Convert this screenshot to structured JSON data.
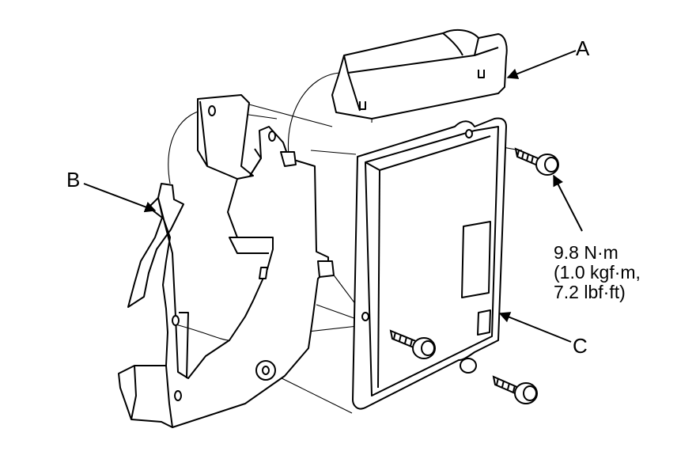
{
  "labels": {
    "a": "A",
    "b": "B",
    "c": "C"
  },
  "torque": {
    "line1": "9.8 N·m",
    "line2": "(1.0 kgf·m,",
    "line3": "7.2 lbf·ft)"
  },
  "colors": {
    "ink": "#000000",
    "paper": "#ffffff",
    "shade": "#dcdcdc"
  }
}
